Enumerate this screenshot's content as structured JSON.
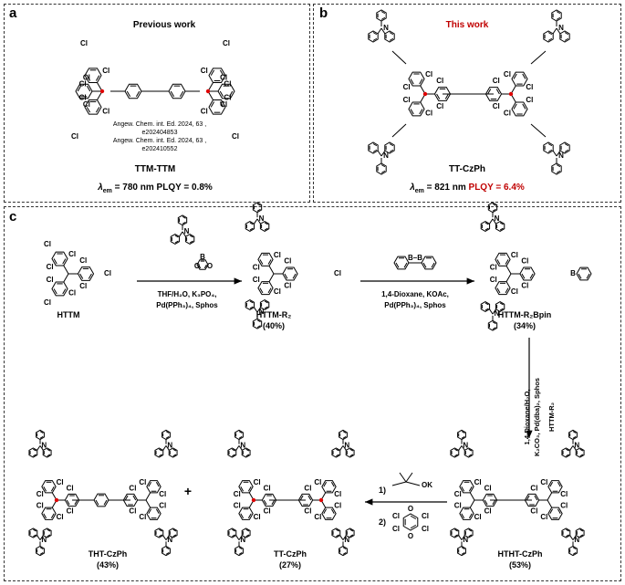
{
  "panel_a": {
    "label": "a",
    "title": "Previous work",
    "ref1_line1": "Angew. Chem. int. Ed. 2024, 63 ,",
    "ref1_line2": "e202404853",
    "ref2_line1": "Angew. Chem. int. Ed. 2024, 63 ,",
    "ref2_line2": "e202410552",
    "compound": "TTM-TTM",
    "props_lambda": "λ",
    "props_sub": "em",
    "props_rest": " = 780 nm PLQY = 0.8%"
  },
  "panel_b": {
    "label": "b",
    "title": "This work",
    "compound": "TT-CzPh",
    "props_lambda": "λ",
    "props_sub": "em",
    "props_rest": " = 821 nm ",
    "props_plqy": "PLQY = 6.4%"
  },
  "panel_c": {
    "label": "c",
    "httm": "HTTM",
    "step1_line1": "THF/H₂O, K₃PO₄,",
    "step1_line2": "Pd(PPh₃)₄, Sphos",
    "httm_r2": "HTTM-R₂",
    "httm_r2_yield": "(40%)",
    "step2_line1": "1,4-Dioxane, KOAc,",
    "step2_line2": "Pd(PPh₃)₄, Sphos",
    "httm_r2bpin": "HTTM-R₂Bpin",
    "httm_r2bpin_yield": "(34%)",
    "step3_line1": "1,4-Dioxane/H₂O,",
    "step3_line2": "K₂CO₃, Pd(dba)₂, Sphos",
    "step3_line3": "HTTM-R₂",
    "htht": "HTHT-CzPh",
    "htht_yield": "(53%)",
    "step4_1": "1)",
    "step4_ok": "OK",
    "step4_2": "2)",
    "tt": "TT-CzPh",
    "tt_yield": "(27%)",
    "plus": "+",
    "tht": "THT-CzPh",
    "tht_yield": "(43%)"
  },
  "atoms": {
    "cl": "Cl",
    "n": "N",
    "b": "B",
    "o": "O"
  }
}
